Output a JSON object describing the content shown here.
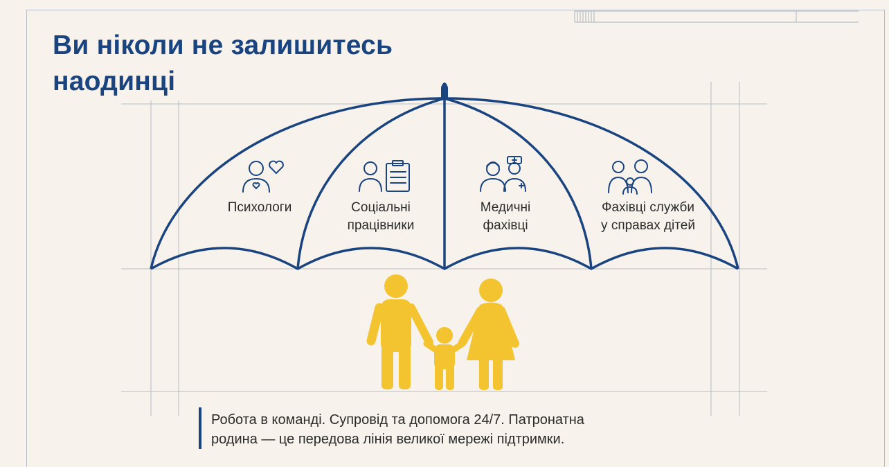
{
  "title_line1": "Ви ніколи не залишитесь",
  "title_line2": "наодинці",
  "categories": [
    {
      "label": "Психологи",
      "icon": "psychologist-icon"
    },
    {
      "label": "Соціальні\nпрацівники",
      "icon": "social-worker-icon"
    },
    {
      "label": "Медичні\nфахівці",
      "icon": "medical-staff-icon"
    },
    {
      "label": "Фахівці служби\nу справах дітей",
      "icon": "child-services-icon"
    }
  ],
  "caption_line1": "Робота в команді. Супровід та допомога 24/7. Патронатна",
  "caption_line2": "родина — це передова лінія великої мережі підтримки.",
  "colors": {
    "primary": "#1a4480",
    "accent": "#f4c430",
    "background": "#f7f3ec",
    "guide": "#b9bec6"
  }
}
